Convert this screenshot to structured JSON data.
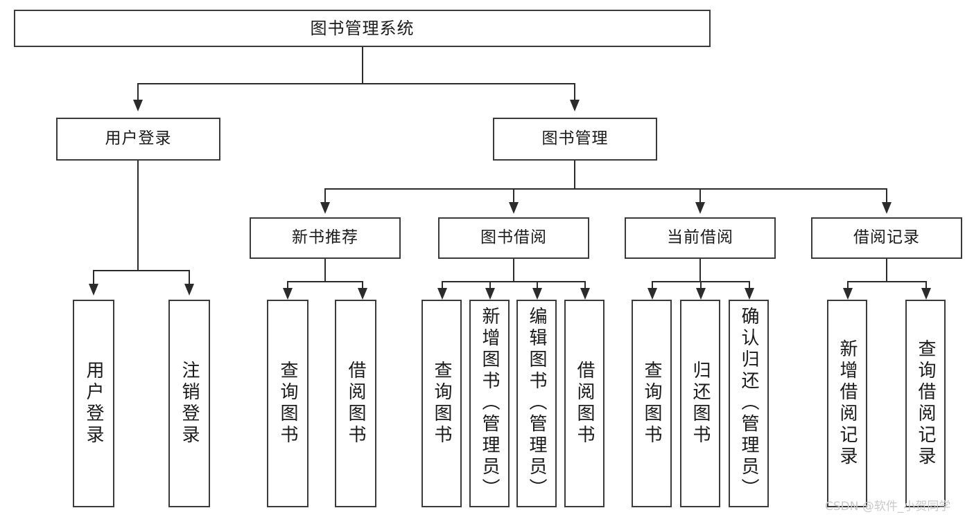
{
  "diagram": {
    "type": "tree-hierarchy",
    "title": "图书管理系统",
    "watermark": "CSDN @软件_小贺同学",
    "colors": {
      "background": "#ffffff",
      "box_border": "#3a3a3a",
      "connector": "#2b2b2b",
      "text": "#1a1a1a",
      "watermark": "#c9c9c9"
    },
    "root": {
      "label": "图书管理系统"
    },
    "level1": [
      {
        "label": "用户登录"
      },
      {
        "label": "图书管理"
      }
    ],
    "level2": [
      {
        "label": "新书推荐"
      },
      {
        "label": "图书借阅"
      },
      {
        "label": "当前借阅"
      },
      {
        "label": "借阅记录"
      }
    ],
    "leaves": {
      "user_login": [
        {
          "label": "用户登录"
        },
        {
          "label": "注销登录"
        }
      ],
      "new_book_recommend": [
        {
          "label": "查询图书"
        },
        {
          "label": "借阅图书"
        }
      ],
      "book_borrow": [
        {
          "label": "查询图书"
        },
        {
          "label": "新增图书（管理员）"
        },
        {
          "label": "编辑图书（管理员）"
        },
        {
          "label": "借阅图书"
        }
      ],
      "current_borrow": [
        {
          "label": "查询图书"
        },
        {
          "label": "归还图书"
        },
        {
          "label": "确认归还（管理员）"
        }
      ],
      "borrow_record": [
        {
          "label": "新增借阅记录"
        },
        {
          "label": "查询借阅记录"
        }
      ]
    }
  }
}
